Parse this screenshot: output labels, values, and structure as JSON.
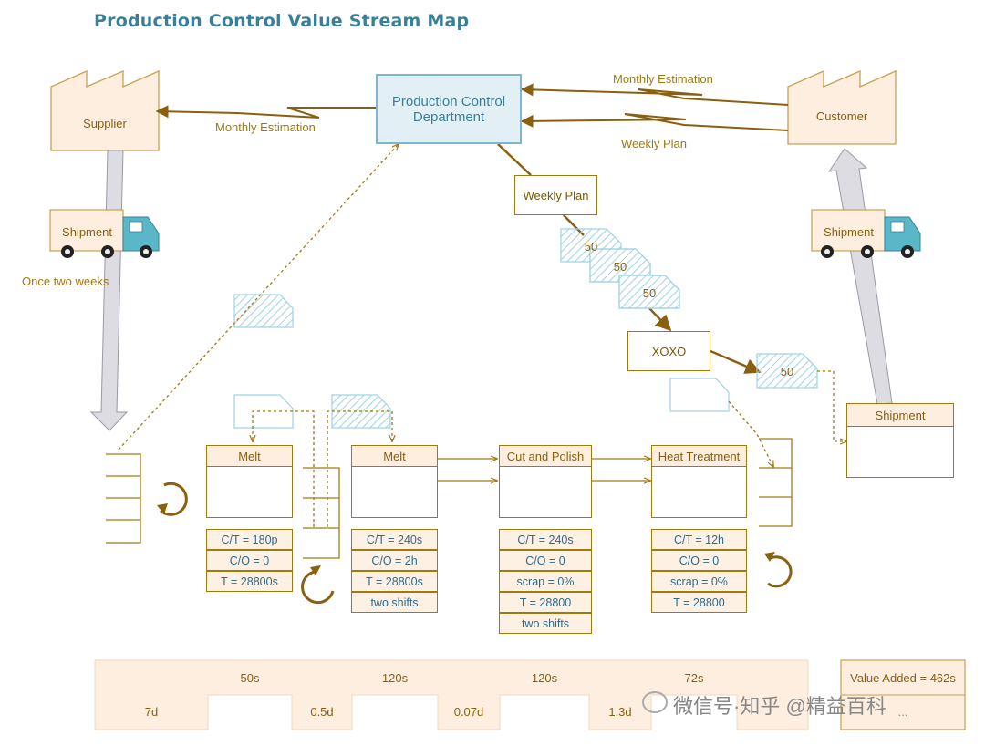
{
  "title": "Production Control Value Stream Map",
  "supplier": "Supplier",
  "customer": "Customer",
  "pcd": "Production Control Department",
  "monthly_left": "Monthly Estimation",
  "monthly_right": "Monthly Estimation",
  "weekly_right": "Weekly Plan",
  "weekly_box": "Weekly Plan",
  "shipment_left": "Shipment",
  "shipment_right": "Shipment",
  "shipment_box": "Shipment",
  "once_two_weeks": "Once two weeks",
  "kanban": [
    "50",
    "50",
    "50",
    "50"
  ],
  "xoxo": "XOXO",
  "processes": [
    {
      "name": "Melt",
      "data": [
        "C/T = 180p",
        "C/O = 0",
        "T = 28800s"
      ]
    },
    {
      "name": "Melt",
      "data": [
        "C/T = 240s",
        "C/O = 2h",
        "T = 28800s",
        "two shifts"
      ]
    },
    {
      "name": "Cut and Polish",
      "data": [
        "C/T = 240s",
        "C/O = 0",
        "scrap = 0%",
        "T = 28800",
        "two shifts"
      ]
    },
    {
      "name": "Heat Treatment",
      "data": [
        "C/T = 12h",
        "C/O = 0",
        "scrap = 0%",
        "T = 28800"
      ]
    }
  ],
  "timeline": {
    "value_times": [
      "50s",
      "120s",
      "120s",
      "72s"
    ],
    "wait_times": [
      "7d",
      "0.5d",
      "0.07d",
      "1.3d"
    ],
    "value_added": "Value Added = 462s",
    "total_partial": "..."
  },
  "watermark": "微信号·知乎 @精益百科",
  "colors": {
    "accent": "#a07a10",
    "blue": "#3a7f98",
    "peach": "#fdeee0"
  }
}
